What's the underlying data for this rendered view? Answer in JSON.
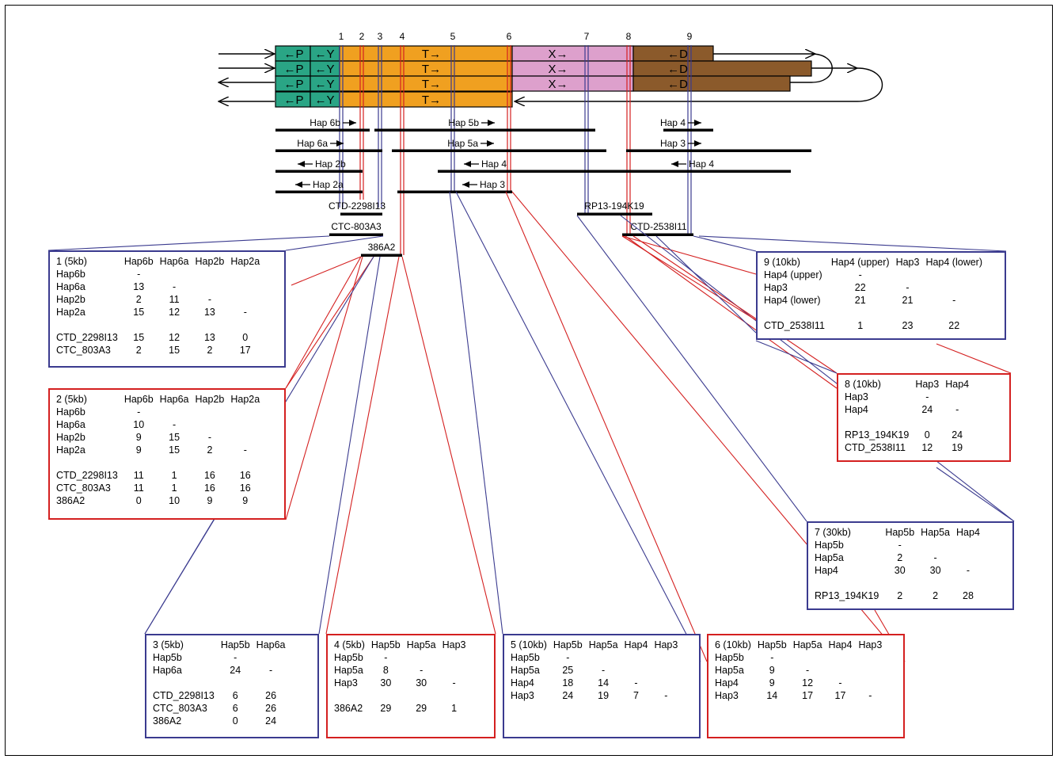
{
  "colors": {
    "P": "#2aa585",
    "T": "#f0a020",
    "X": "#dda0cc",
    "D": "#8b5a2b",
    "blue": "#3b3b8f",
    "red": "#d42020"
  },
  "segments": {
    "rows": [
      [
        "←P",
        "←Y",
        "T→",
        "X→",
        "←D"
      ],
      [
        "←P",
        "←Y",
        "T→",
        "X→",
        "←D"
      ],
      [
        "←P",
        "←Y",
        "T→",
        "X→",
        "←D"
      ],
      [
        "←P",
        "←Y",
        "T→"
      ]
    ]
  },
  "sites": [
    "1",
    "2",
    "3",
    "4",
    "5",
    "6",
    "7",
    "8",
    "9"
  ],
  "haplotypes": [
    "Hap 6b",
    "Hap 5b",
    "Hap 4",
    "Hap 6a",
    "Hap 5a",
    "Hap 3",
    "Hap 2b",
    "Hap 4",
    "Hap 4",
    "Hap 2a",
    "Hap 3"
  ],
  "clones": [
    "CTD-2298I13",
    "RP13-194K19",
    "CTC-803A3",
    "CTD-2538I11",
    "386A2"
  ],
  "tables": [
    {
      "title": "1 (5kb)",
      "cols": [
        "Hap6b",
        "Hap6a",
        "Hap2b",
        "Hap2a"
      ],
      "rows": [
        [
          "Hap6b",
          "-",
          "",
          "",
          ""
        ],
        [
          "Hap6a",
          "13",
          "-",
          "",
          ""
        ],
        [
          "Hap2b",
          "2",
          "11",
          "-",
          ""
        ],
        [
          "Hap2a",
          "15",
          "12",
          "13",
          "-"
        ],
        [],
        [
          "CTD_2298I13",
          "15",
          "12",
          "13",
          "0"
        ],
        [
          "CTC_803A3",
          "2",
          "15",
          "2",
          "17"
        ]
      ]
    },
    {
      "title": "2 (5kb)",
      "cols": [
        "Hap6b",
        "Hap6a",
        "Hap2b",
        "Hap2a"
      ],
      "rows": [
        [
          "Hap6b",
          "-",
          "",
          "",
          ""
        ],
        [
          "Hap6a",
          "10",
          "-",
          "",
          ""
        ],
        [
          "Hap2b",
          "9",
          "15",
          "-",
          ""
        ],
        [
          "Hap2a",
          "9",
          "15",
          "2",
          "-"
        ],
        [],
        [
          "CTD_2298I13",
          "11",
          "1",
          "16",
          "16"
        ],
        [
          "CTC_803A3",
          "11",
          "1",
          "16",
          "16"
        ],
        [
          "386A2",
          "0",
          "10",
          "9",
          "9"
        ]
      ]
    },
    {
      "title": "3 (5kb)",
      "cols": [
        "Hap5b",
        "Hap6a"
      ],
      "rows": [
        [
          "Hap5b",
          "-",
          ""
        ],
        [
          "Hap6a",
          "24",
          "-"
        ],
        [],
        [
          "CTD_2298I13",
          "6",
          "26"
        ],
        [
          "CTC_803A3",
          "6",
          "26"
        ],
        [
          "386A2",
          "0",
          "24"
        ]
      ]
    },
    {
      "title": "4 (5kb)",
      "cols": [
        "Hap5b",
        "Hap5a",
        "Hap3"
      ],
      "rows": [
        [
          "Hap5b",
          "-",
          "",
          ""
        ],
        [
          "Hap5a",
          "8",
          "-",
          ""
        ],
        [
          "Hap3",
          "30",
          "30",
          "-"
        ],
        [],
        [
          "386A2",
          "29",
          "29",
          "1"
        ]
      ]
    },
    {
      "title": "5 (10kb)",
      "cols": [
        "Hap5b",
        "Hap5a",
        "Hap4",
        "Hap3"
      ],
      "rows": [
        [
          "Hap5b",
          "-",
          "",
          "",
          ""
        ],
        [
          "Hap5a",
          "25",
          "-",
          "",
          ""
        ],
        [
          "Hap4",
          "18",
          "14",
          "-",
          ""
        ],
        [
          "Hap3",
          "24",
          "19",
          "7",
          "-"
        ]
      ]
    },
    {
      "title": "6 (10kb)",
      "cols": [
        "Hap5b",
        "Hap5a",
        "Hap4",
        "Hap3"
      ],
      "rows": [
        [
          "Hap5b",
          "-",
          "",
          "",
          ""
        ],
        [
          "Hap5a",
          "9",
          "-",
          "",
          ""
        ],
        [
          "Hap4",
          "9",
          "12",
          "-",
          ""
        ],
        [
          "Hap3",
          "14",
          "17",
          "17",
          "-"
        ]
      ]
    },
    {
      "title": "7 (30kb)",
      "cols": [
        "Hap5b",
        "Hap5a",
        "Hap4"
      ],
      "rows": [
        [
          "Hap5b",
          "-",
          "",
          ""
        ],
        [
          "Hap5a",
          "2",
          "-",
          ""
        ],
        [
          "Hap4",
          "30",
          "30",
          "-"
        ],
        [],
        [
          "RP13_194K19",
          "2",
          "2",
          "28"
        ]
      ]
    },
    {
      "title": "8 (10kb)",
      "cols": [
        "Hap3",
        "Hap4"
      ],
      "rows": [
        [
          "Hap3",
          "-",
          ""
        ],
        [
          "Hap4",
          "24",
          "-"
        ],
        [],
        [
          "RP13_194K19",
          "0",
          "24"
        ],
        [
          "CTD_2538I11",
          "12",
          "19"
        ]
      ]
    },
    {
      "title": "9 (10kb)",
      "cols": [
        "Hap4 (upper)",
        "Hap3",
        "Hap4 (lower)"
      ],
      "rows": [
        [
          "Hap4 (upper)",
          "-",
          "",
          ""
        ],
        [
          "Hap3",
          "22",
          "-",
          ""
        ],
        [
          "Hap4 (lower)",
          "21",
          "21",
          "-"
        ],
        [],
        [
          "CTD_2538I11",
          "1",
          "23",
          "22"
        ]
      ]
    }
  ]
}
